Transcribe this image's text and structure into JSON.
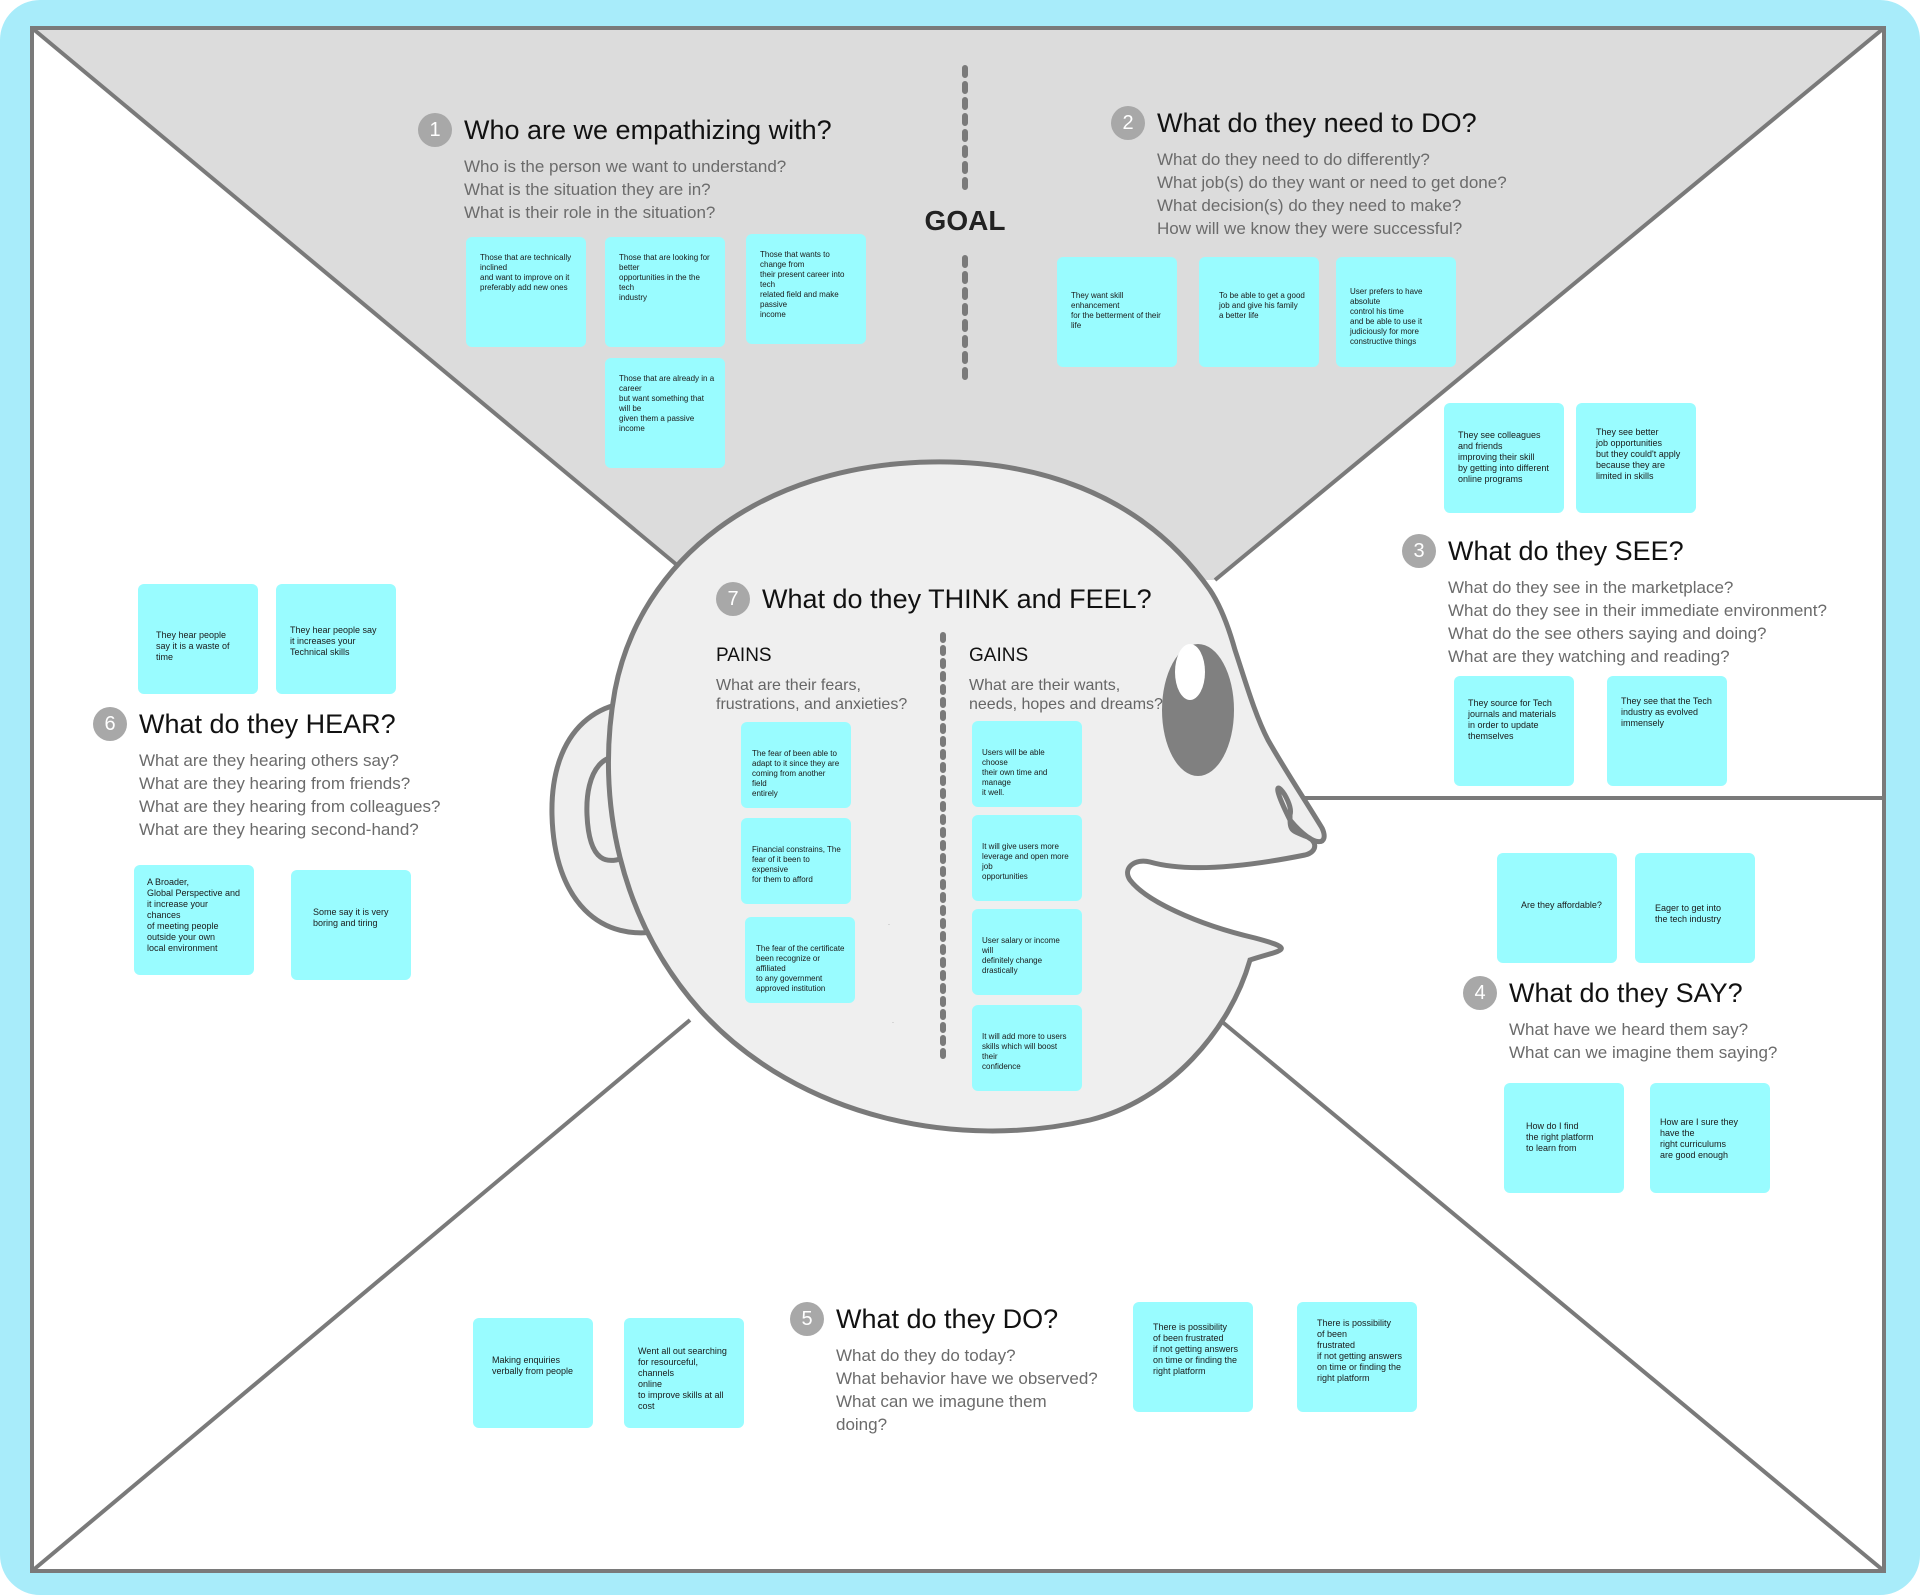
{
  "colors": {
    "frame": "#a8ecfa",
    "goal_region": "#dcdcdc",
    "head_fill": "#efefef",
    "line": "#7a7a7a",
    "sticky": "#99fcff",
    "badge": "#a8a8a8"
  },
  "goal_label": "GOAL",
  "sections": {
    "who": {
      "num": "1",
      "title": "Who are we empathizing with?",
      "questions": [
        "Who is the person we want to understand?",
        "What is the situation they are in?",
        "What is their role in the situation?"
      ]
    },
    "do": {
      "num": "2",
      "title": "What do they need to DO?",
      "questions": [
        "What do they need to do differently?",
        "What job(s) do they want or need to get done?",
        "What decision(s) do they need to make?",
        "How will we know they were successful?"
      ]
    },
    "see": {
      "num": "3",
      "title": "What do they SEE?",
      "questions": [
        "What do they see in the marketplace?",
        "What do they see in their immediate environment?",
        "What do the see others saying and doing?",
        "What are they watching and reading?"
      ]
    },
    "say": {
      "num": "4",
      "title": "What do they SAY?",
      "questions": [
        "What have we heard them say?",
        "What can we imagine them saying?"
      ]
    },
    "doing": {
      "num": "5",
      "title": "What do they DO?",
      "questions": [
        "What do they do today?",
        "What behavior have we observed?",
        "What can we imagune them",
        "doing?"
      ]
    },
    "hear": {
      "num": "6",
      "title": "What do they HEAR?",
      "questions": [
        "What are they hearing others say?",
        "What are they hearing from friends?",
        "What are they hearing from colleagues?",
        "What are they hearing second-hand?"
      ]
    },
    "think": {
      "num": "7",
      "title": "What do they THINK and FEEL?"
    }
  },
  "pains": {
    "label": "PAINS",
    "question": "What are their fears,\nfrustrations, and anxieties?"
  },
  "gains": {
    "label": "GAINS",
    "question": "What are their wants,\nneeds, hopes and dreams?"
  },
  "notes": {
    "who_1": "Those that are technically inclined\nand want to improve on it\npreferably add new ones",
    "who_2": "Those that are looking for better\nopportunities in the the tech\nindustry",
    "who_3": "Those that wants to change from\ntheir present career into tech\nrelated field and make passive\nincome",
    "who_4": "Those that are already in a career\nbut want something that will be\ngiven them a passive income",
    "do_1": "They want skill enhancement\nfor the betterment of their life",
    "do_2": "To be able to get a good\njob and give his family\na better life",
    "do_3": "User prefers to have absolute\ncontrol his time\nand be able to use it\njudiciously for more\nconstructive things",
    "see_1": "They see colleagues\nand  friends\nimproving their skill\nby getting into different\nonline programs",
    "see_2": "They see better\njob opportunities\nbut they could't apply\nbecause they are\nlimited in skills",
    "see_3": "They source for Tech\njournals and materials\nin order to update\nthemselves",
    "see_4": "They see that the Tech\nindustry as evolved\nimmensely",
    "say_1": "Are they affordable?",
    "say_2": "Eager to get into\nthe tech industry",
    "say_3": "How do I find\nthe right platform\nto learn from",
    "say_4": "How are I sure they have the\nright curriculums\nare good enough",
    "hear_1": "They hear people\nsay it is a waste of time",
    "hear_2": "They hear people say\nit increases your\nTechnical skills",
    "hear_3": "A Broader,\nGlobal Perspective and\nit increase your chances\nof meeting people\noutside your own\nlocal environment",
    "hear_4": "Some say it is very\nboring and tiring",
    "doing_1": "Making enquiries\nverbally from people",
    "doing_2": "Went all out searching\nfor resourceful, channels\nonline\nto improve skills at all cost",
    "doing_3": "There is  possibility\nof been frustrated\nif not getting answers\non time or finding the\nright platform",
    "doing_4": "There is  possibility\nof been\nfrustrated\nif not getting answers\non time or finding the\nright platform",
    "pain_1": "The fear of been able to\nadapt to it since they are\ncoming from another field\nentirely",
    "pain_2": "Financial constrains, The\nfear of it been to expensive\nfor them to afford",
    "pain_3": "The fear of the certificate\nbeen recognize or affiliated\nto any government\napproved institution",
    "gain_1": "Users will be able choose\ntheir own time and manage\nit well.",
    "gain_2": "It will give users more\nleverage and open more job\nopportunities",
    "gain_3": "User salary or income will\ndefinitely change drastically",
    "gain_4": "It will add more to users\nskills which will boost their\nconfidence"
  }
}
